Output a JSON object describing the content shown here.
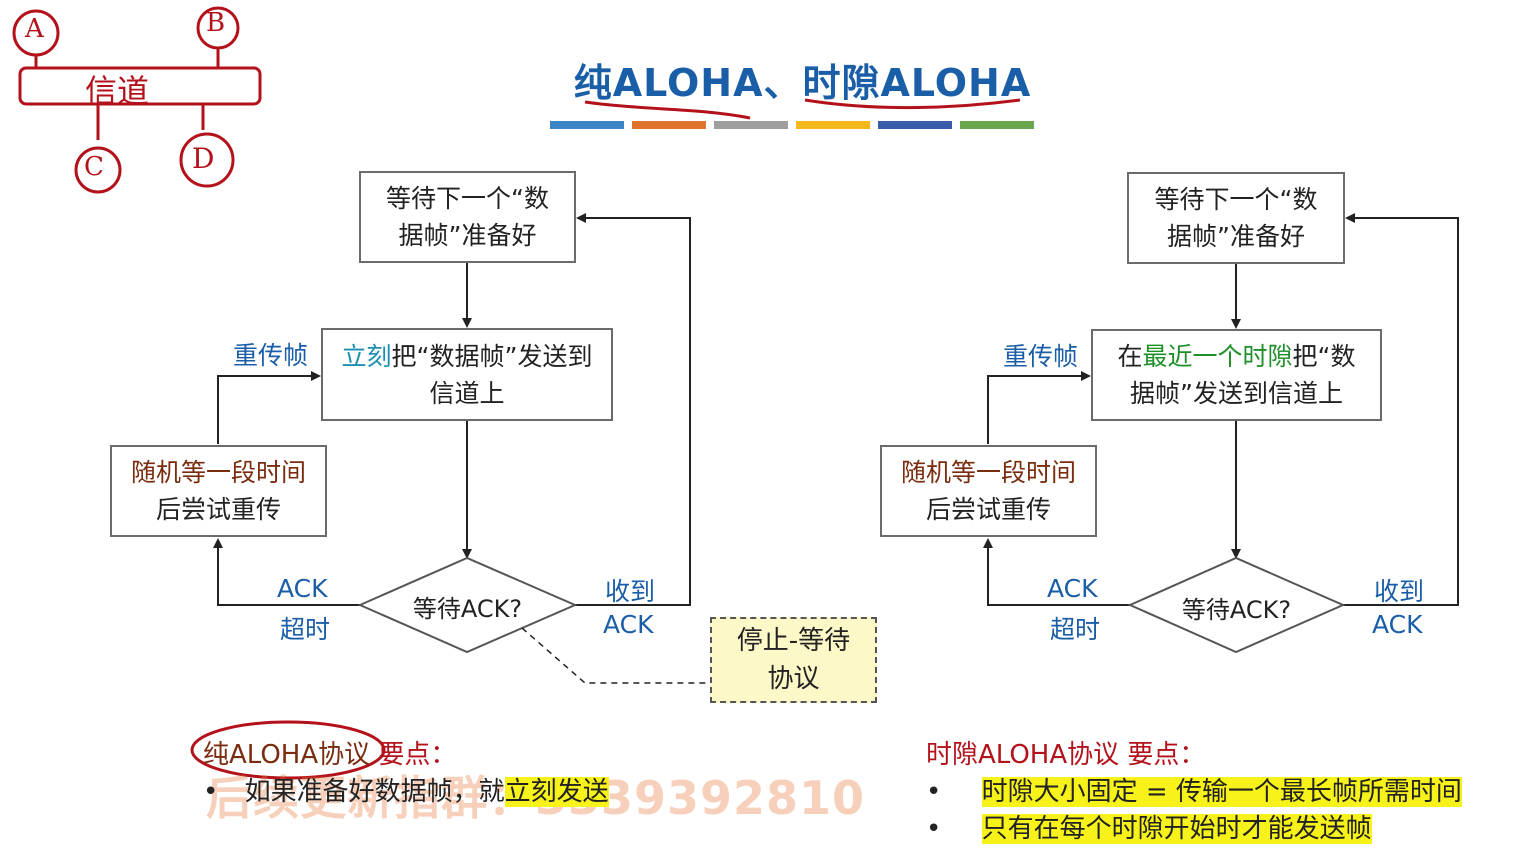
{
  "title": {
    "text": "纯ALOHA、时隙ALOHA"
  },
  "color_bar": [
    "#3d86c6",
    "#e0742e",
    "#9e9e9e",
    "#f4b81c",
    "#3b5ca8",
    "#6aa84f"
  ],
  "handwritten": {
    "A": "A",
    "B": "B",
    "C": "C",
    "D": "D",
    "channel": "信道"
  },
  "left": {
    "wait_box": {
      "line1": "等待下一个“数",
      "line2": "据帧”准备好"
    },
    "send_box": {
      "highlight": "立刻",
      "line1_rest": "把“数据帧”发送到",
      "line2": "信道上"
    },
    "random_box": {
      "line1": "随机等一段时间",
      "line2": "后尝试重传"
    },
    "diamond": "等待ACK?",
    "retransmit_label": "重传帧",
    "timeout_label1": "ACK",
    "timeout_label2": "超时",
    "received_label1": "收到",
    "received_label2": "ACK"
  },
  "right": {
    "wait_box": {
      "line1": "等待下一个“数",
      "line2": "据帧”准备好"
    },
    "send_box": {
      "prefix": "在",
      "highlight": "最近一个时隙",
      "line1_rest": "把“数",
      "line2": "据帧”发送到信道上"
    },
    "random_box": {
      "line1": "随机等一段时间",
      "line2": "后尝试重传"
    },
    "diamond": "等待ACK?",
    "retransmit_label": "重传帧",
    "timeout_label1": "ACK",
    "timeout_label2": "超时",
    "received_label1": "收到",
    "received_label2": "ACK"
  },
  "stop_wait_note": {
    "line1": "停止-等待",
    "line2": "协议"
  },
  "pure_aloha_points": {
    "heading_a": "纯ALOHA协议",
    "heading_b": " 要点：",
    "bullet1_text": "如果准备好数据帧，就",
    "bullet1_highlight": "立刻发送"
  },
  "slotted_aloha_points": {
    "heading": "时隙ALOHA协议 要点：",
    "bullet1": "时隙大小固定 = 传输一个最长帧所需时间",
    "bullet2": "只有在每个时隙开始时才能发送帧"
  },
  "bullet_symbol": "•",
  "watermark": "后续更新指群：3339392810"
}
